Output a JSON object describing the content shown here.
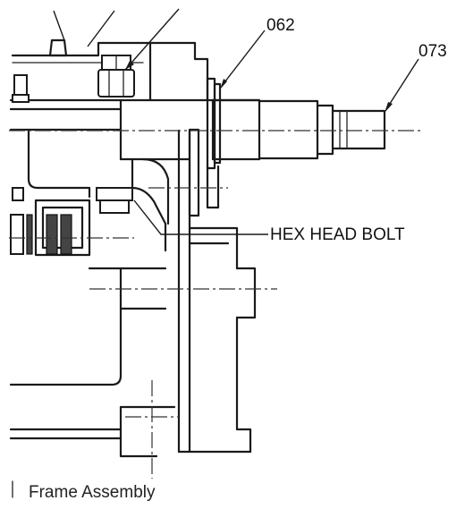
{
  "callouts": {
    "part_062": "062",
    "part_073": "073",
    "hex_head_bolt": "HEX HEAD BOLT"
  },
  "caption": "Frame Assembly"
}
